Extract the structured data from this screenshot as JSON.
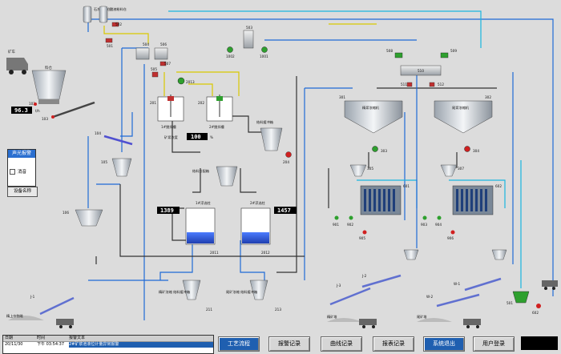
{
  "tags": {
    "powder1": "石灰粉料仓",
    "powder2": "酸液粉料仓",
    "t502": "502",
    "t501": "501",
    "t504": "504",
    "t506": "506",
    "t503": "503",
    "t1002": "1002",
    "t1001": "1001",
    "t508": "508",
    "t509": "509",
    "t510": "510",
    "t511": "511",
    "t512": "512",
    "t505": "505",
    "t507": "507",
    "t2013": "2013",
    "t201": "201",
    "t202": "202",
    "t204": "204",
    "t105": "105",
    "t102": "102",
    "t103": "103",
    "t104": "104",
    "t106": "106",
    "t301": "301",
    "t302": "302",
    "t303": "303",
    "t304": "304",
    "t305": "305",
    "t307": "307",
    "t601": "601",
    "t602": "602",
    "t901": "901",
    "t902": "902",
    "t903": "903",
    "t904": "904",
    "t905": "905",
    "t906": "906",
    "t2011": "2011",
    "t2012": "2012",
    "t211": "211",
    "t213": "213",
    "t501b": "501",
    "t602b": "602",
    "j1": "J-1",
    "j2": "J-2",
    "j3": "J-3",
    "w1": "W-1",
    "w2": "W-2"
  },
  "labels": {
    "truck": "矿车",
    "hopper": "料仓",
    "mixer1": "1#搅拌槽",
    "mixer2": "2#搅拌槽",
    "slurry": "矿浆浓度",
    "buffer1": "结料缓冲箱",
    "feeder": "结料分配箱",
    "thick1": "精浆浓缩机",
    "thick2": "尾浆浓缩机",
    "sep1": "1#浮选柱",
    "sep2": "2#浮选柱",
    "flow_unit": "t/h",
    "pct": "%",
    "bottom1": "精矿浓缩\n结料缓冲箱",
    "bottom2": "尾矿浓缩\n结料缓冲箱",
    "pile1": "精上杂物堆",
    "pile2": "精矿堆",
    "pile3": "尾矿堆"
  },
  "values": {
    "flow": "96.3",
    "density": "100",
    "sep1_level": "1389",
    "sep2_level": "1457"
  },
  "alarm_panel": {
    "title": "声光报警",
    "mute_label": "消音"
  },
  "device_name": "设备名称",
  "event_table": {
    "headers": [
      "日期",
      "时间",
      "报警文本"
    ],
    "rows": [
      [
        "20/11/30",
        "下午 03:54:37",
        "2#矿浆池液位计量异常报警"
      ]
    ],
    "row_index": "1",
    "row_index2": "2"
  },
  "nav": {
    "process": "工艺流程",
    "alarm": "报警记录",
    "curve": "曲线记录",
    "report": "报表记录",
    "exit": "系统退出",
    "login": "用户登录"
  },
  "colors": {
    "accent": "#1f5fb0",
    "pipe_blue": "#1e6ad6",
    "pipe_yellow": "#d8c800",
    "pipe_cyan": "#18b6e0"
  }
}
